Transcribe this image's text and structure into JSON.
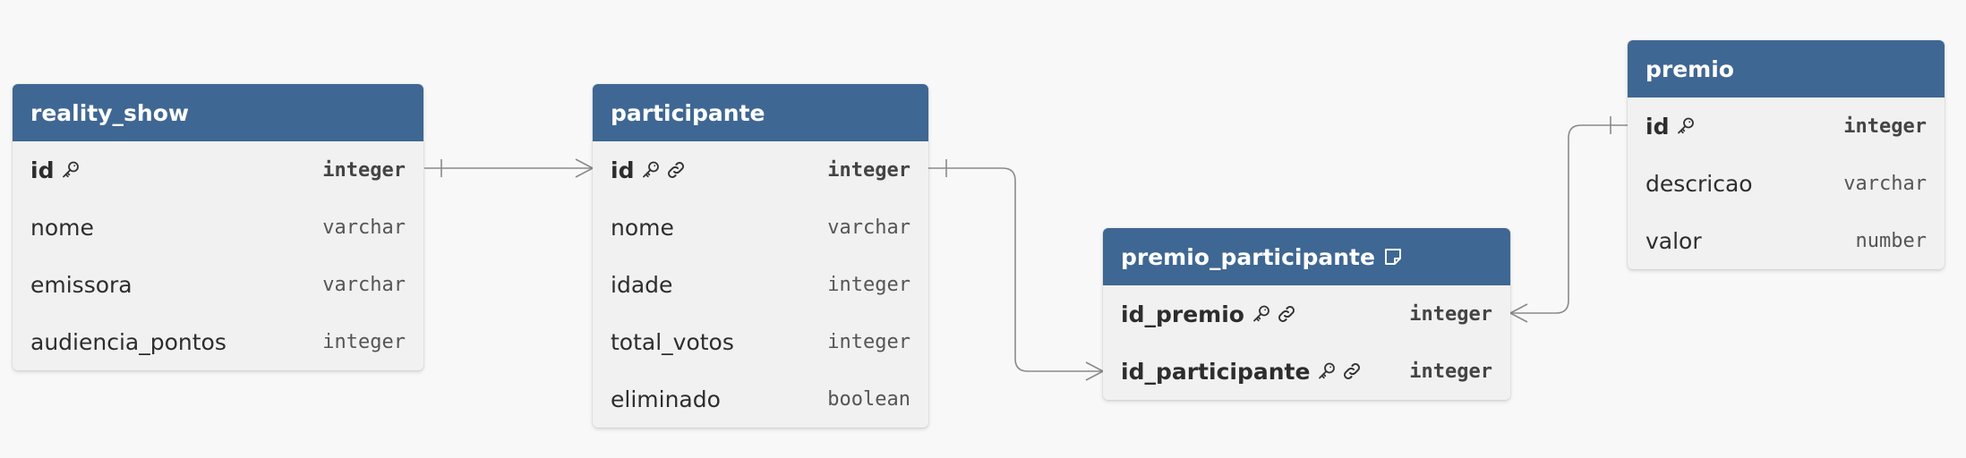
{
  "tables": {
    "reality_show": {
      "title": "reality_show",
      "columns": [
        {
          "name": "id",
          "type": "integer",
          "pk": true,
          "fk": false
        },
        {
          "name": "nome",
          "type": "varchar",
          "pk": false,
          "fk": false
        },
        {
          "name": "emissora",
          "type": "varchar",
          "pk": false,
          "fk": false
        },
        {
          "name": "audiencia_pontos",
          "type": "integer",
          "pk": false,
          "fk": false
        }
      ]
    },
    "participante": {
      "title": "participante",
      "columns": [
        {
          "name": "id",
          "type": "integer",
          "pk": true,
          "fk": true
        },
        {
          "name": "nome",
          "type": "varchar",
          "pk": false,
          "fk": false
        },
        {
          "name": "idade",
          "type": "integer",
          "pk": false,
          "fk": false
        },
        {
          "name": "total_votos",
          "type": "integer",
          "pk": false,
          "fk": false
        },
        {
          "name": "eliminado",
          "type": "boolean",
          "pk": false,
          "fk": false
        }
      ]
    },
    "premio_participante": {
      "title": "premio_participante",
      "has_note": true,
      "columns": [
        {
          "name": "id_premio",
          "type": "integer",
          "pk": true,
          "fk": true
        },
        {
          "name": "id_participante",
          "type": "integer",
          "pk": true,
          "fk": true
        }
      ]
    },
    "premio": {
      "title": "premio",
      "columns": [
        {
          "name": "id",
          "type": "integer",
          "pk": true,
          "fk": false
        },
        {
          "name": "descricao",
          "type": "varchar",
          "pk": false,
          "fk": false
        },
        {
          "name": "valor",
          "type": "number",
          "pk": false,
          "fk": false
        }
      ]
    }
  },
  "relations": [
    {
      "from": "reality_show.id",
      "to": "participante.id",
      "from_card": "one",
      "to_card": "many"
    },
    {
      "from": "participante.id",
      "to": "premio_participante.id_participante",
      "from_card": "one",
      "to_card": "many"
    },
    {
      "from": "premio.id",
      "to": "premio_participante.id_premio",
      "from_card": "one",
      "to_card": "many"
    }
  ],
  "colors": {
    "header": "#3f6793",
    "body": "#f1f1f1",
    "line": "#8a8a8a",
    "background": "#f8f8f8"
  },
  "icons": {
    "primary_key": "key-icon",
    "foreign_key": "link-icon",
    "note": "note-icon"
  }
}
